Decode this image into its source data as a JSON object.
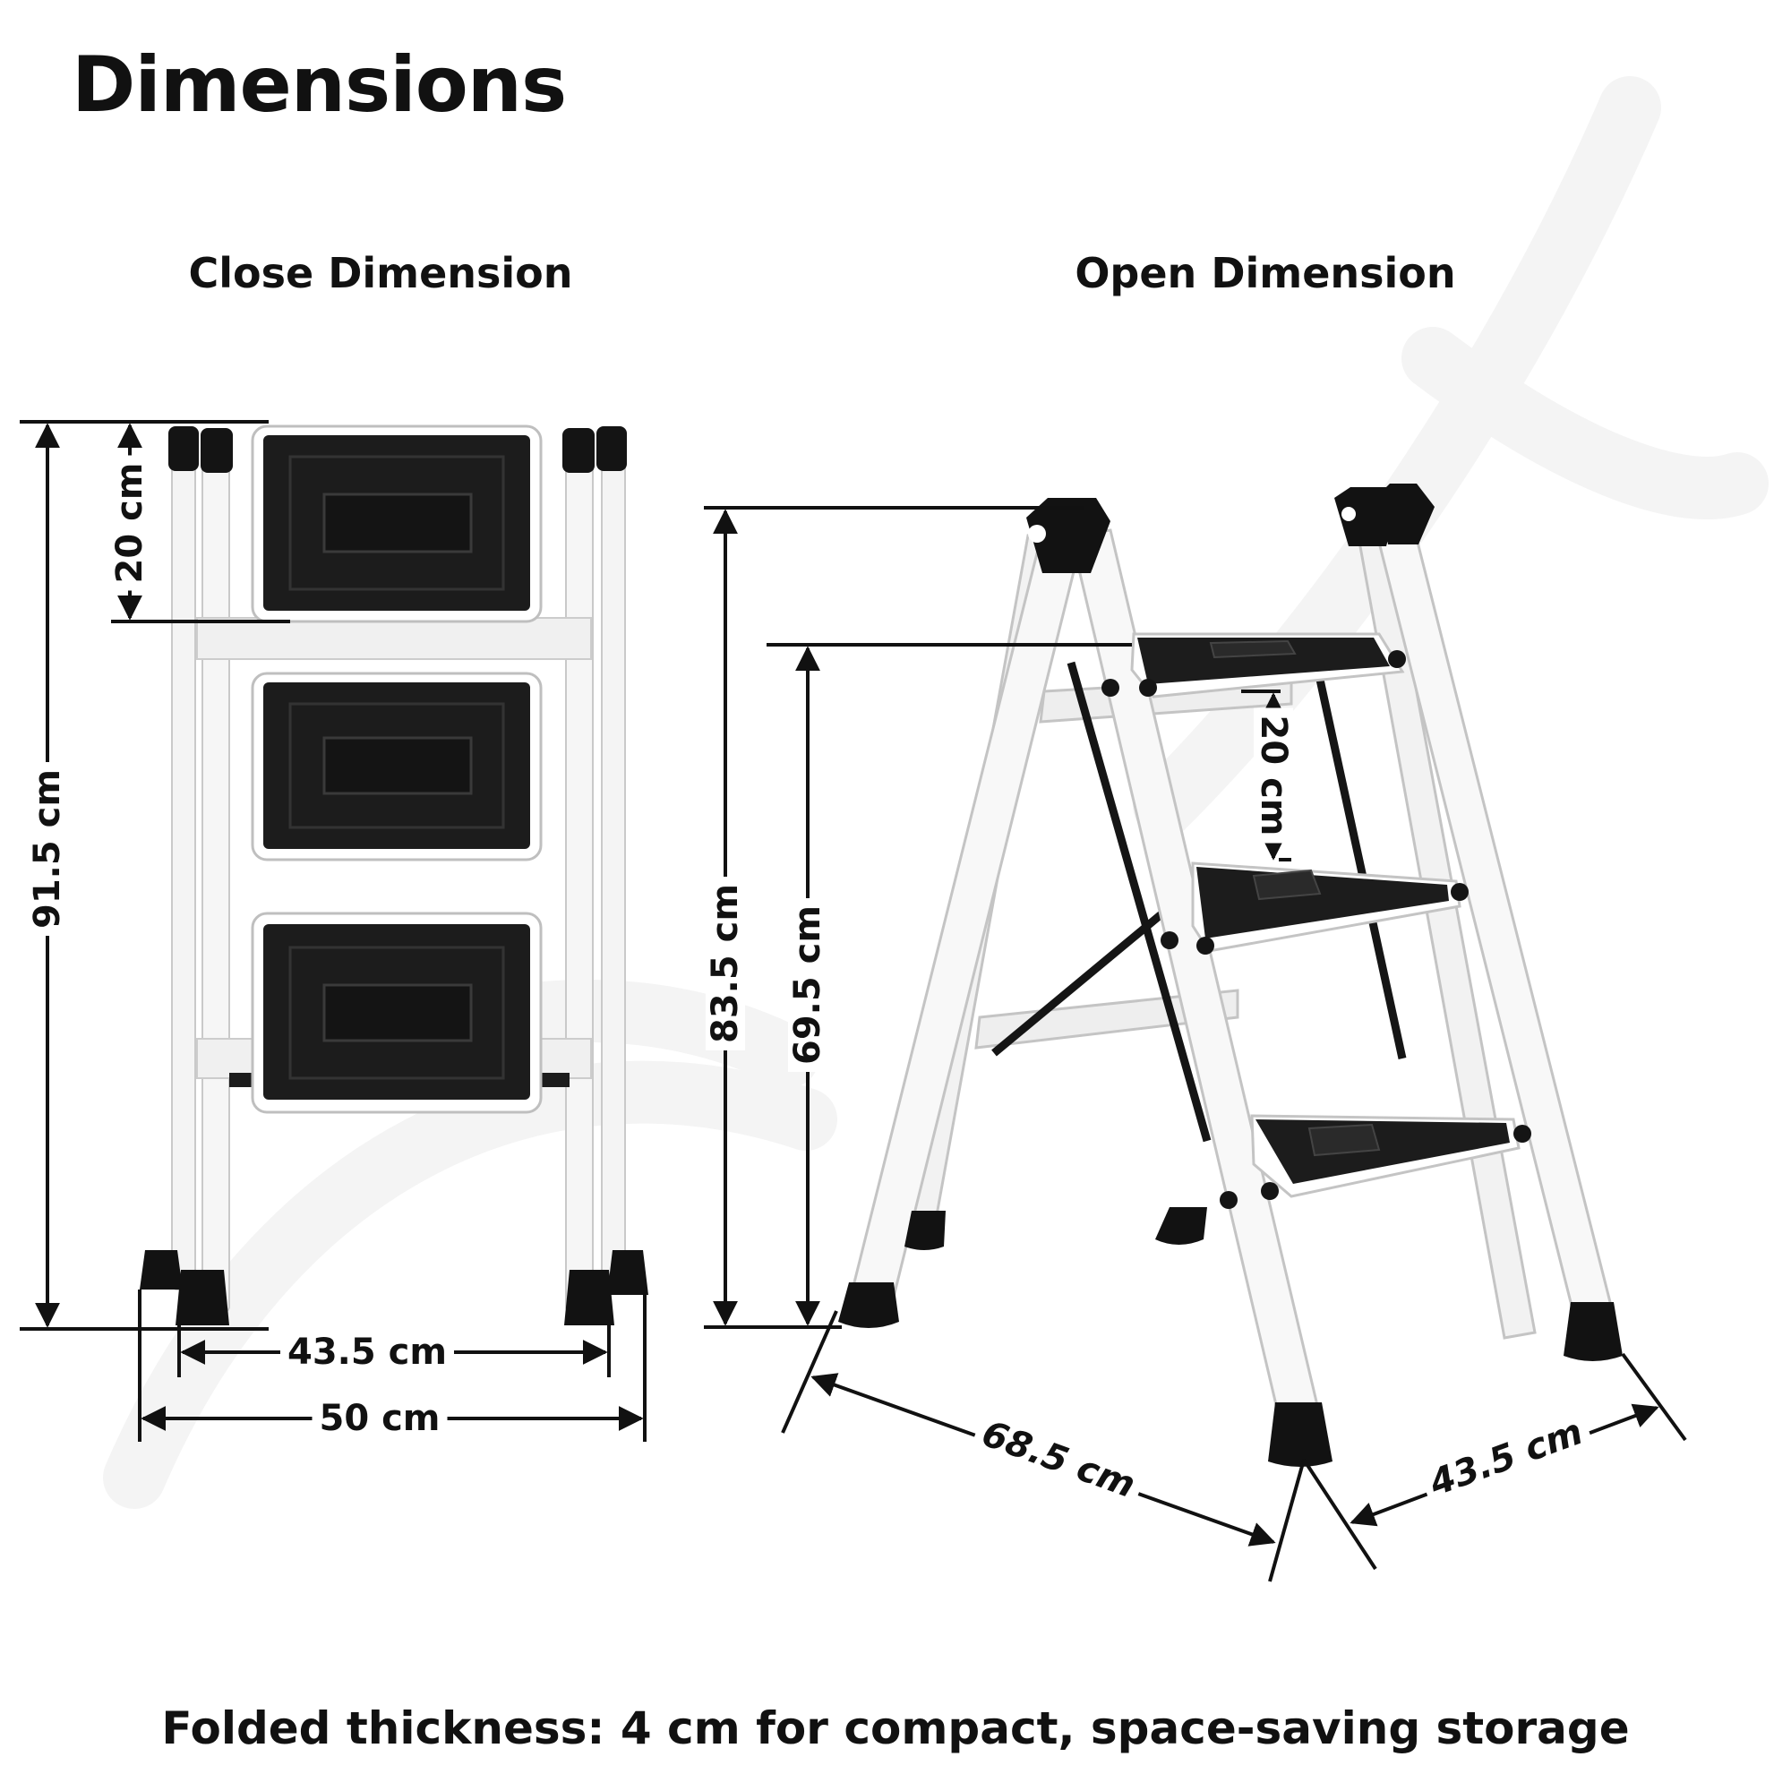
{
  "title": "Dimensions",
  "close_view": {
    "title": "Close Dimension",
    "height_total": "91.5 cm",
    "step_spacing": "20 cm",
    "inner_width": "43.5 cm",
    "outer_width": "50 cm"
  },
  "open_view": {
    "title": "Open Dimension",
    "height_total": "83.5 cm",
    "platform_height": "69.5 cm",
    "step_spacing": "20 cm",
    "depth": "68.5 cm",
    "width": "43.5 cm"
  },
  "footer": "Folded thickness: 4 cm for compact, space-saving storage",
  "colors": {
    "frame": "#f4f4f4",
    "frame_outline": "#c8c8c8",
    "tread": "#1b1b1b",
    "foot": "#121212",
    "watermark": "#f3f3f3"
  }
}
